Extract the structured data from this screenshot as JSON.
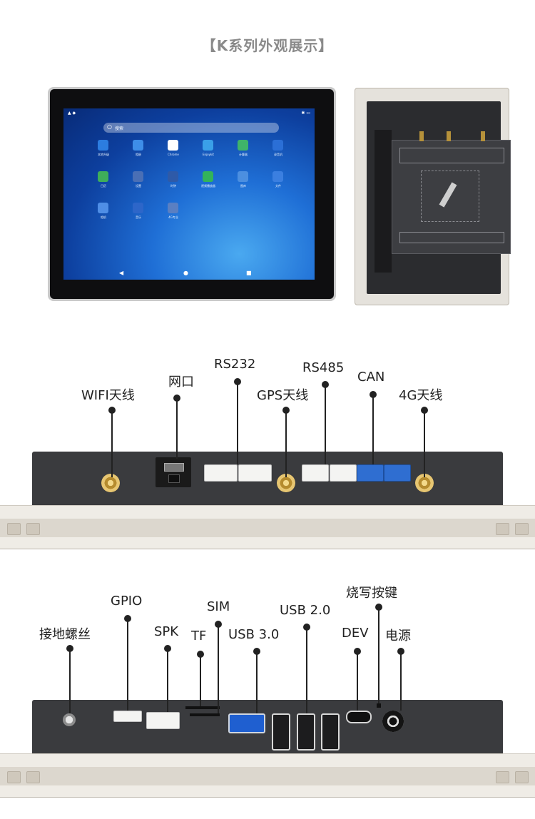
{
  "page": {
    "title": "【K系列外观展示】"
  },
  "tablet_screen": {
    "search_placeholder": "搜索",
    "apps": [
      {
        "label": "本地升级",
        "color": "#2c7de0"
      },
      {
        "label": "相册",
        "color": "#3e8ee8"
      },
      {
        "label": "Chrome",
        "color": "#ffffff"
      },
      {
        "label": "Enjoykit",
        "color": "#3aa0e8"
      },
      {
        "label": "计算器",
        "color": "#3fb36a"
      },
      {
        "label": "录音机",
        "color": "#2b6fd6"
      },
      {
        "label": "日历",
        "color": "#3fae5a"
      },
      {
        "label": "设置",
        "color": "#4a6fb5"
      },
      {
        "label": "时钟",
        "color": "#2e5aa8"
      },
      {
        "label": "视频播放器",
        "color": "#33b35a"
      },
      {
        "label": "图库",
        "color": "#4c8fe0"
      },
      {
        "label": "文件",
        "color": "#3b7fe0"
      },
      {
        "label": "相机",
        "color": "#4f8ee6"
      },
      {
        "label": "音乐",
        "color": "#2d66c9"
      },
      {
        "label": "4G专业",
        "color": "#5a7fc2"
      }
    ]
  },
  "top_panel": {
    "labels": {
      "wifi": "WIFI天线",
      "lan": "网口",
      "rs232": "RS232",
      "gps": "GPS天线",
      "rs485": "RS485",
      "can": "CAN",
      "lte": "4G天线"
    }
  },
  "bottom_panel": {
    "labels": {
      "ground": "接地螺丝",
      "gpio": "GPIO",
      "spk": "SPK",
      "tf": "TF",
      "sim": "SIM",
      "usb3": "USB 3.0",
      "usb2": "USB 2.0",
      "dev": "DEV",
      "burn": "烧写按键",
      "power": "电源"
    }
  }
}
